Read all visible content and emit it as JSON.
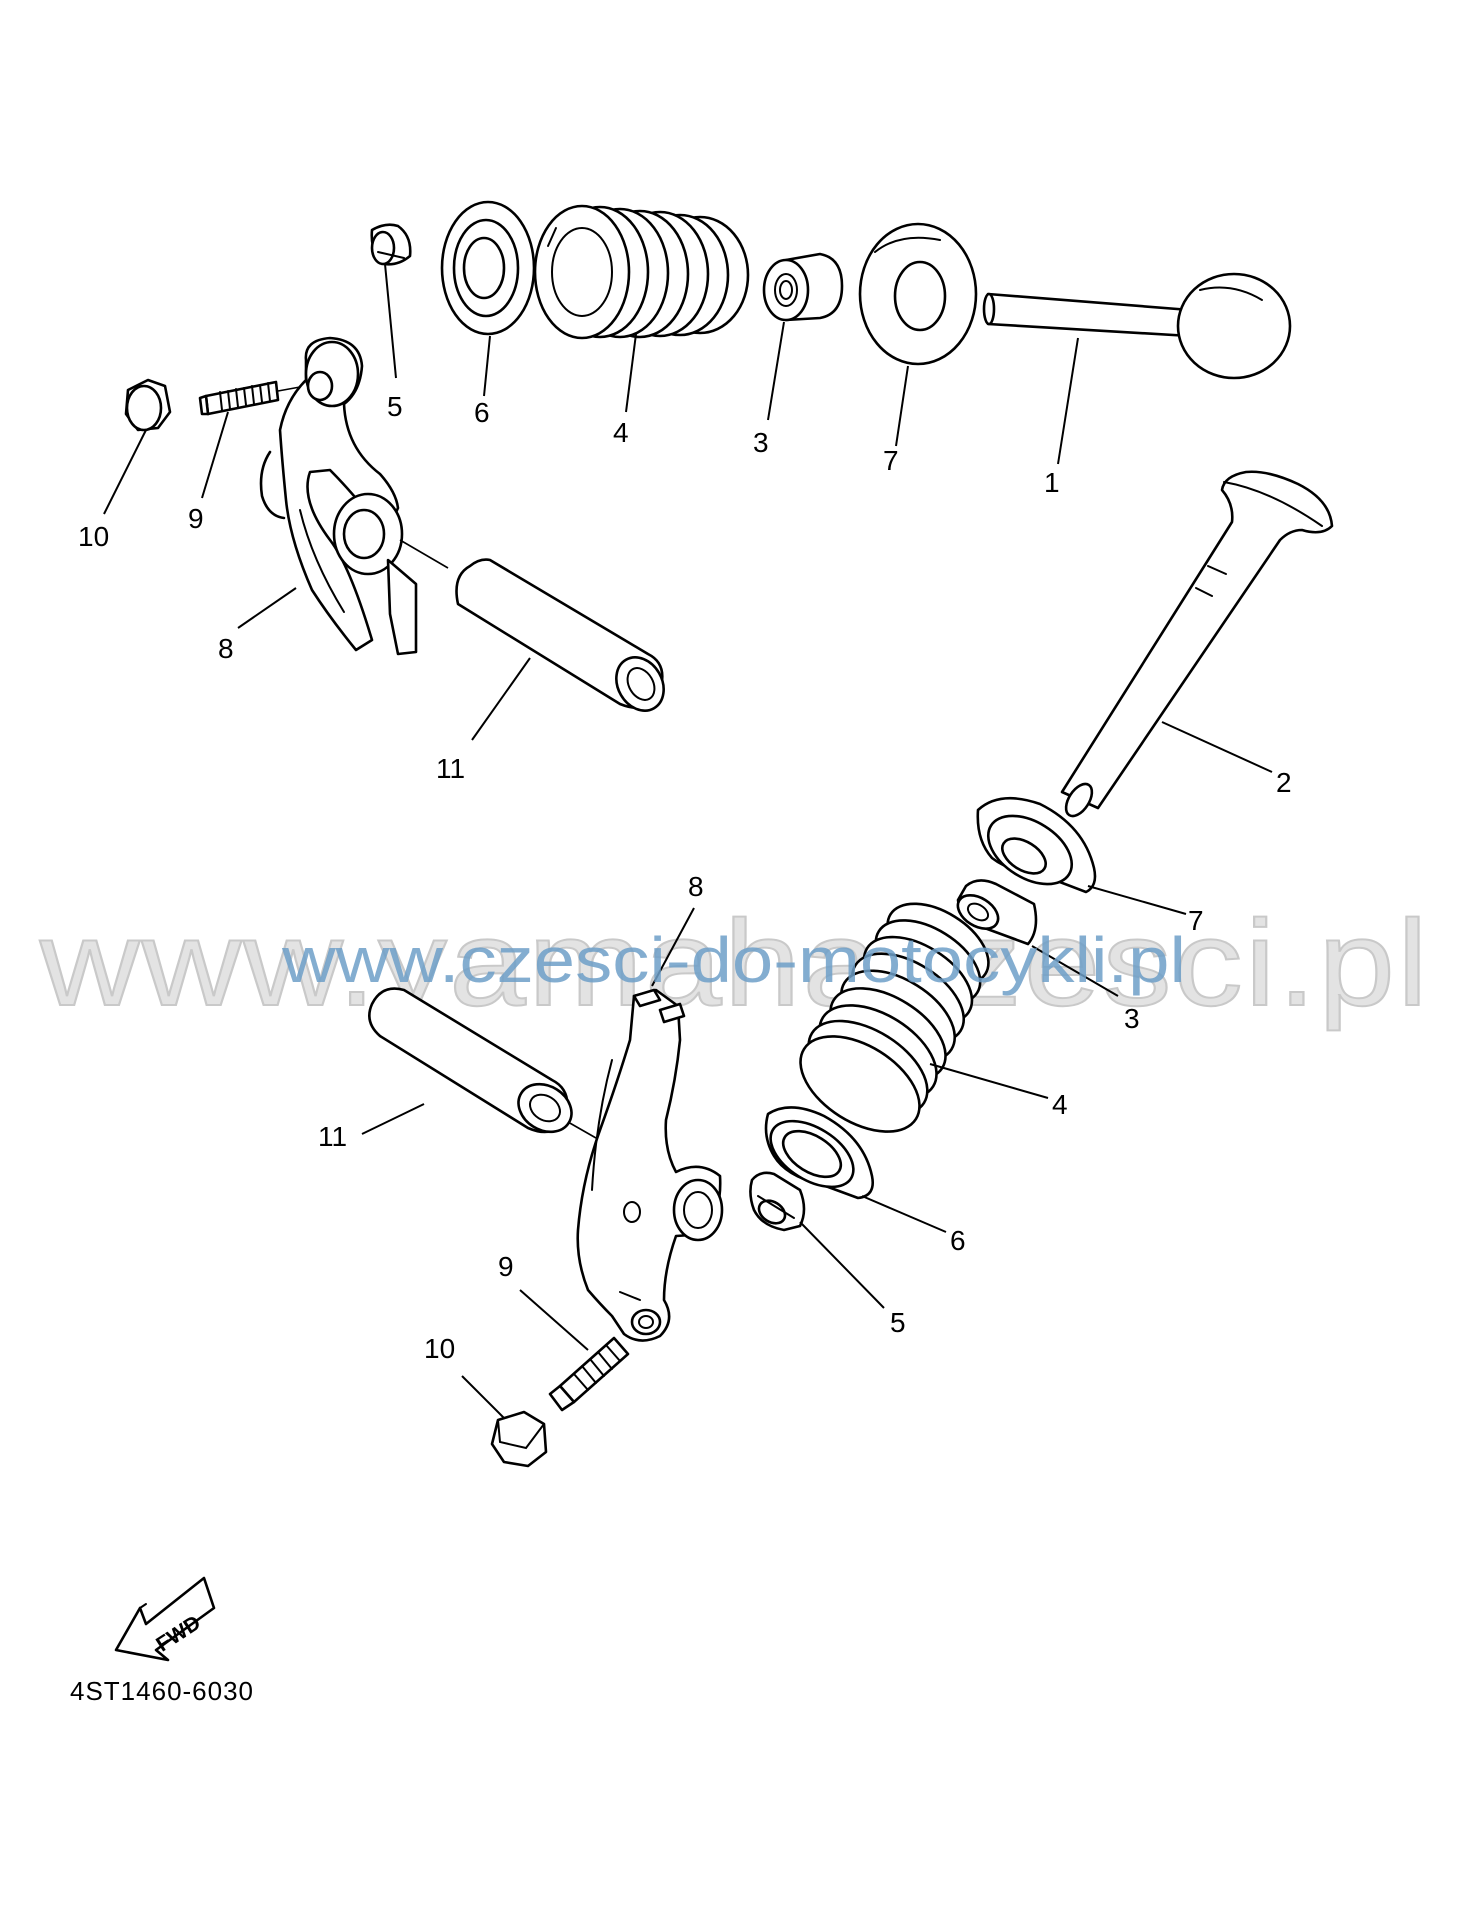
{
  "watermark_background": "www.yamahaczesci.pl",
  "watermark_foreground": "www.czesci-do-motocykli.pl",
  "diagram_code": "4ST1460-6030",
  "fwd_label": "FWD",
  "callouts": {
    "top": [
      "1",
      "3",
      "4",
      "5",
      "6",
      "7",
      "8",
      "9",
      "10",
      "11"
    ],
    "bottom": [
      "2",
      "7",
      "3",
      "4",
      "6",
      "5",
      "8",
      "9",
      "10",
      "11"
    ]
  },
  "colors": {
    "line": "#000000",
    "watermark_gray": "#e3e3e3",
    "watermark_blue": "#6e9fc8"
  }
}
